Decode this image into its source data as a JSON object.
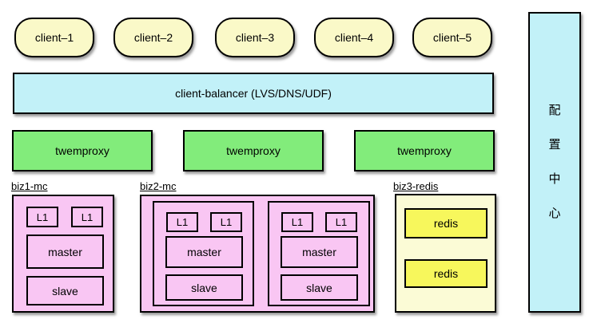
{
  "clients": [
    {
      "label": "client–1"
    },
    {
      "label": "client–2"
    },
    {
      "label": "client–3"
    },
    {
      "label": "client–4"
    },
    {
      "label": "client–5"
    }
  ],
  "balancer": {
    "label": "client-balancer (LVS/DNS/UDF)"
  },
  "proxies": [
    {
      "label": "twemproxy"
    },
    {
      "label": "twemproxy"
    },
    {
      "label": "twemproxy"
    }
  ],
  "groups": {
    "biz1": {
      "label": "biz1-mc",
      "l1_left": "L1",
      "l1_right": "L1",
      "master": "master",
      "slave": "slave"
    },
    "biz2": {
      "label": "biz2-mc",
      "pods": [
        {
          "l1_left": "L1",
          "l1_right": "L1",
          "master": "master",
          "slave": "slave"
        },
        {
          "l1_left": "L1",
          "l1_right": "L1",
          "master": "master",
          "slave": "slave"
        }
      ]
    },
    "biz3": {
      "label": "biz3-redis",
      "redis_nodes": [
        {
          "label": "redis"
        },
        {
          "label": "redis"
        }
      ]
    }
  },
  "config_center": {
    "chars": [
      "配",
      "置",
      "中",
      "心"
    ]
  },
  "colors": {
    "client_fill": "#faf9c8",
    "cyan_fill": "#c2f1f8",
    "green_fill": "#82ec7b",
    "pink_fill": "#f9c6f3",
    "cream_fill": "#fbfbd6",
    "yellow_fill": "#f7f75c",
    "border": "#000000",
    "background": "#ffffff"
  }
}
